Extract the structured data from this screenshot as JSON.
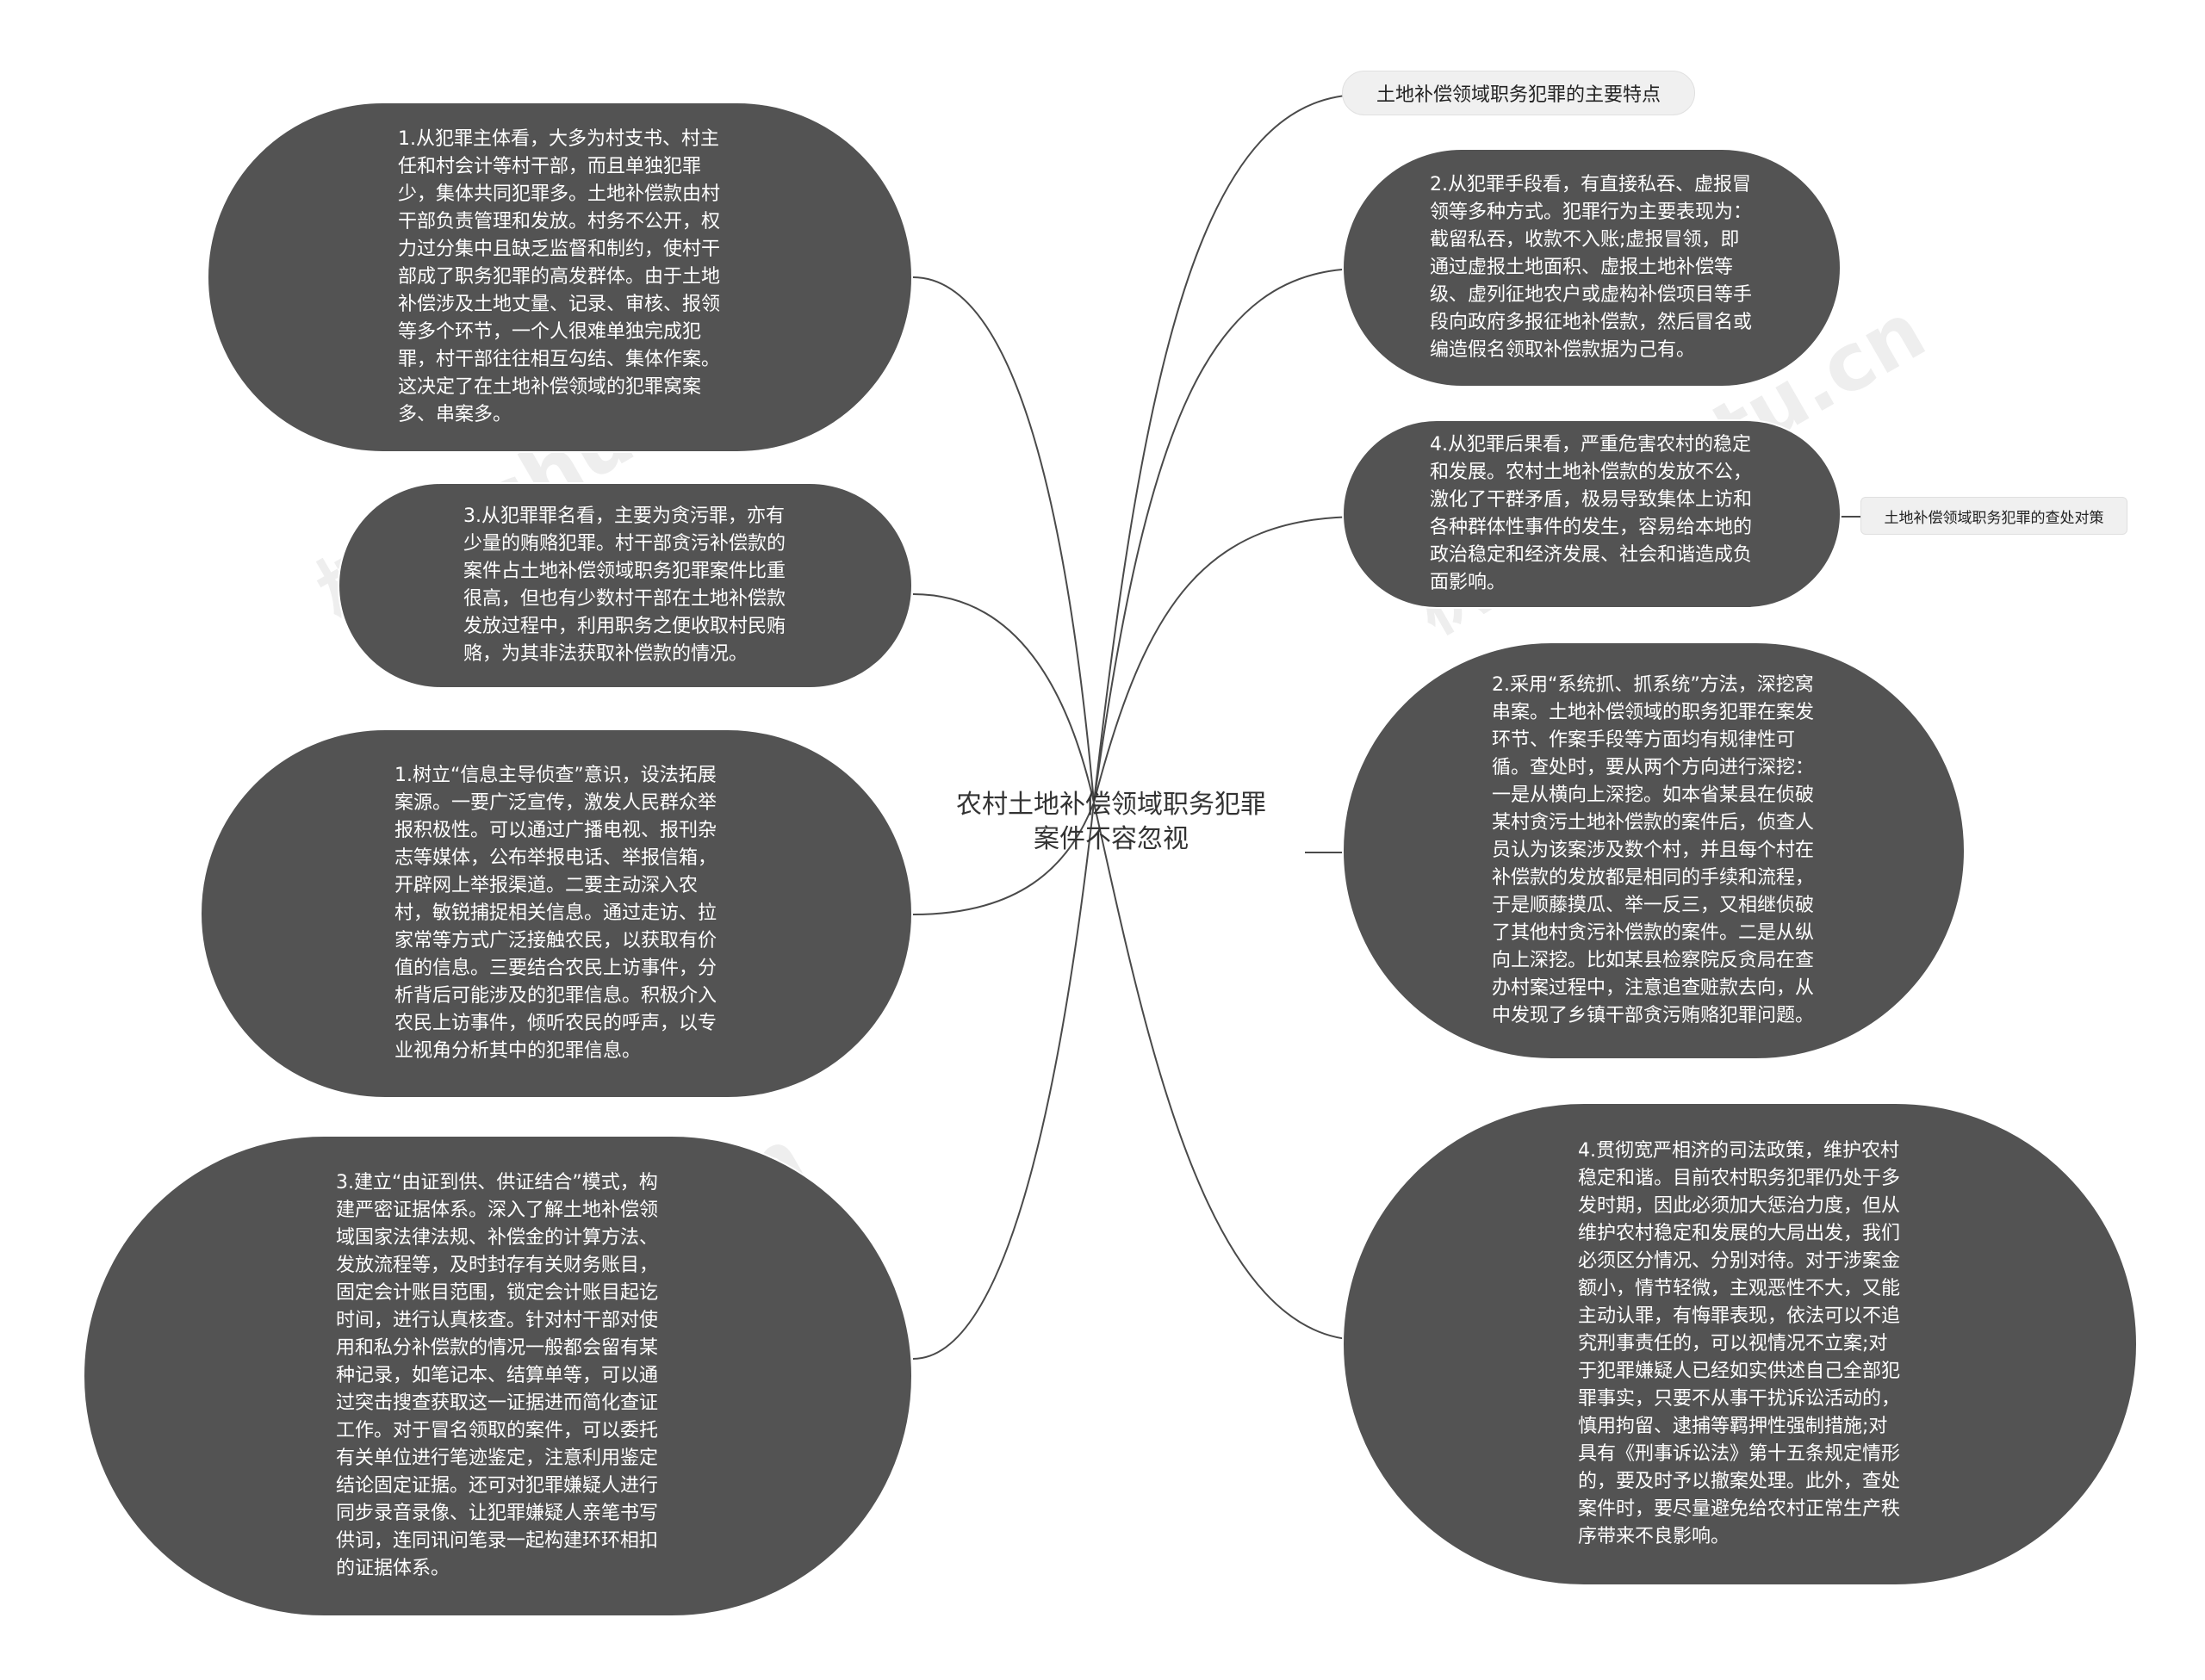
{
  "root": {
    "title": "农村土地补偿领域职务犯罪案件不容忽视"
  },
  "labels": {
    "features": "土地补偿领域职务犯罪的主要特点",
    "countermeasures": "土地补偿领域职务犯罪的查处对策"
  },
  "features": [
    "1.从犯罪主体看，大多为村支书、村主任和村会计等村干部，而且单独犯罪少，集体共同犯罪多。土地补偿款由村干部负责管理和发放。村务不公开，权力过分集中且缺乏监督和制约，使村干部成了职务犯罪的高发群体。由于土地补偿涉及土地丈量、记录、审核、报领等多个环节，一个人很难单独完成犯罪，村干部往往相互勾结、集体作案。这决定了在土地补偿领域的犯罪窝案多、串案多。",
    "2.从犯罪手段看，有直接私吞、虚报冒领等多种方式。犯罪行为主要表现为：截留私吞，收款不入账;虚报冒领，即通过虚报土地面积、虚报土地补偿等级、虚列征地农户或虚构补偿项目等手段向政府多报征地补偿款，然后冒名或编造假名领取补偿款据为己有。",
    "3.从犯罪罪名看，主要为贪污罪，亦有少量的贿赂犯罪。村干部贪污补偿款的案件占土地补偿领域职务犯罪案件比重很高，但也有少数村干部在土地补偿款发放过程中，利用职务之便收取村民贿赂，为其非法获取补偿款的情况。",
    "4.从犯罪后果看，严重危害农村的稳定和发展。农村土地补偿款的发放不公，激化了干群矛盾，极易导致集体上访和各种群体性事件的发生，容易给本地的政治稳定和经济发展、社会和谐造成负面影响。"
  ],
  "measures": [
    "1.树立“信息主导侦查”意识，设法拓展案源。一要广泛宣传，激发人民群众举报积极性。可以通过广播电视、报刊杂志等媒体，公布举报电话、举报信箱，开辟网上举报渠道。二要主动深入农村，敏锐捕捉相关信息。通过走访、拉家常等方式广泛接触农民，以获取有价值的信息。三要结合农民上访事件，分析背后可能涉及的犯罪信息。积极介入农民上访事件，倾听农民的呼声，以专业视角分析其中的犯罪信息。",
    "2.采用“系统抓、抓系统”方法，深挖窝串案。土地补偿领域的职务犯罪在案发环节、作案手段等方面均有规律性可循。查处时，要从两个方向进行深挖：一是从横向上深挖。如本省某县在侦破某村贪污土地补偿款的案件后，侦查人员认为该案涉及数个村，并且每个村在补偿款的发放都是相同的手续和流程，于是顺藤摸瓜、举一反三，又相继侦破了其他村贪污补偿款的案件。二是从纵向上深挖。比如某县检察院反贪局在查办村案过程中，注意追查赃款去向，从中发现了乡镇干部贪污贿赂犯罪问题。",
    "3.建立“由证到供、供证结合”模式，构建严密证据体系。深入了解土地补偿领域国家法律法规、补偿金的计算方法、发放流程等，及时封存有关财务账目，固定会计账目范围，锁定会计账目起讫时间，进行认真核查。针对村干部对使用和私分补偿款的情况一般都会留有某种记录，如笔记本、结算单等，可以通过突击搜查获取这一证据进而简化查证工作。对于冒名领取的案件，可以委托有关单位进行笔迹鉴定，注意利用鉴定结论固定证据。还可对犯罪嫌疑人进行同步录音录像、让犯罪嫌疑人亲笔书写供词，连同讯问笔录一起构建环环相扣的证据体系。",
    "4.贯彻宽严相济的司法政策，维护农村稳定和谐。目前农村职务犯罪仍处于多发时期，因此必须加大惩治力度，但从维护农村稳定和发展的大局出发，我们必须区分情况、分别对待。对于涉案金额小，情节轻微，主观恶性不大，又能主动认罪，有悔罪表现，依法可以不追究刑事责任的，可以视情况不立案;对于犯罪嫌疑人已经如实供述自己全部犯罪事实，只要不从事干扰诉讼活动的，慎用拘留、逮捕等羁押性强制措施;对具有《刑事诉讼法》第十五条规定情形的，要及时予以撤案处理。此外，查处案件时，要尽量避免给农村正常生产秩序带来不良影响。"
  ],
  "colors": {
    "node_fill": "#535353",
    "line": "#4a4a4a",
    "label_fill": "#f0f0f0"
  }
}
